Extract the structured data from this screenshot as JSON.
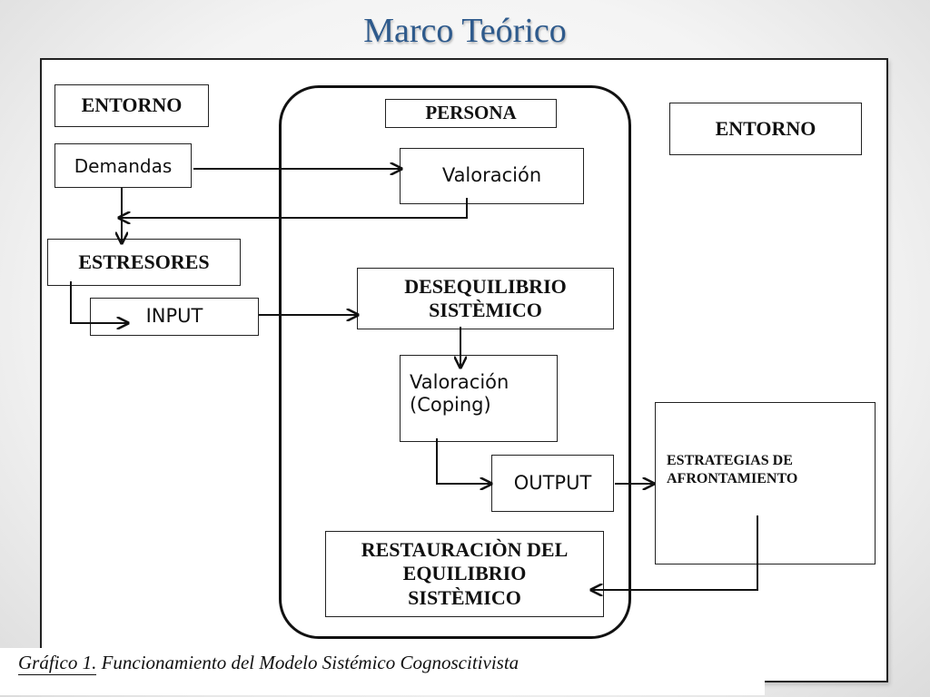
{
  "slide": {
    "title": "Marco Teórico"
  },
  "diagram": {
    "entorno_left": "ENTORNO",
    "entorno_right": "ENTORNO",
    "persona": "PERSONA",
    "demandas": "Demandas",
    "valoracion": "Valoración",
    "estresores": "ESTRESORES",
    "input": "INPUT",
    "desequilibrio_line1": "DESEQUILIBRIO",
    "desequilibrio_line2": "SISTÈMICO",
    "coping_line1": "Valoración",
    "coping_line2": "(Coping)",
    "output": "OUTPUT",
    "estrategias_line1": "ESTRATEGIAS DE",
    "estrategias_line2": "AFRONTAMIENTO",
    "restauracion_line1": "RESTAURACIÒN DEL",
    "restauracion_line2": "EQUILIBRIO",
    "restauracion_line3": "SISTÈMICO"
  },
  "caption": {
    "text": "Gráfico 1. Funcionamiento del Modelo Sistémico Cognoscitivista"
  },
  "colors": {
    "title": "#2e5a8c",
    "stroke": "#111111"
  }
}
